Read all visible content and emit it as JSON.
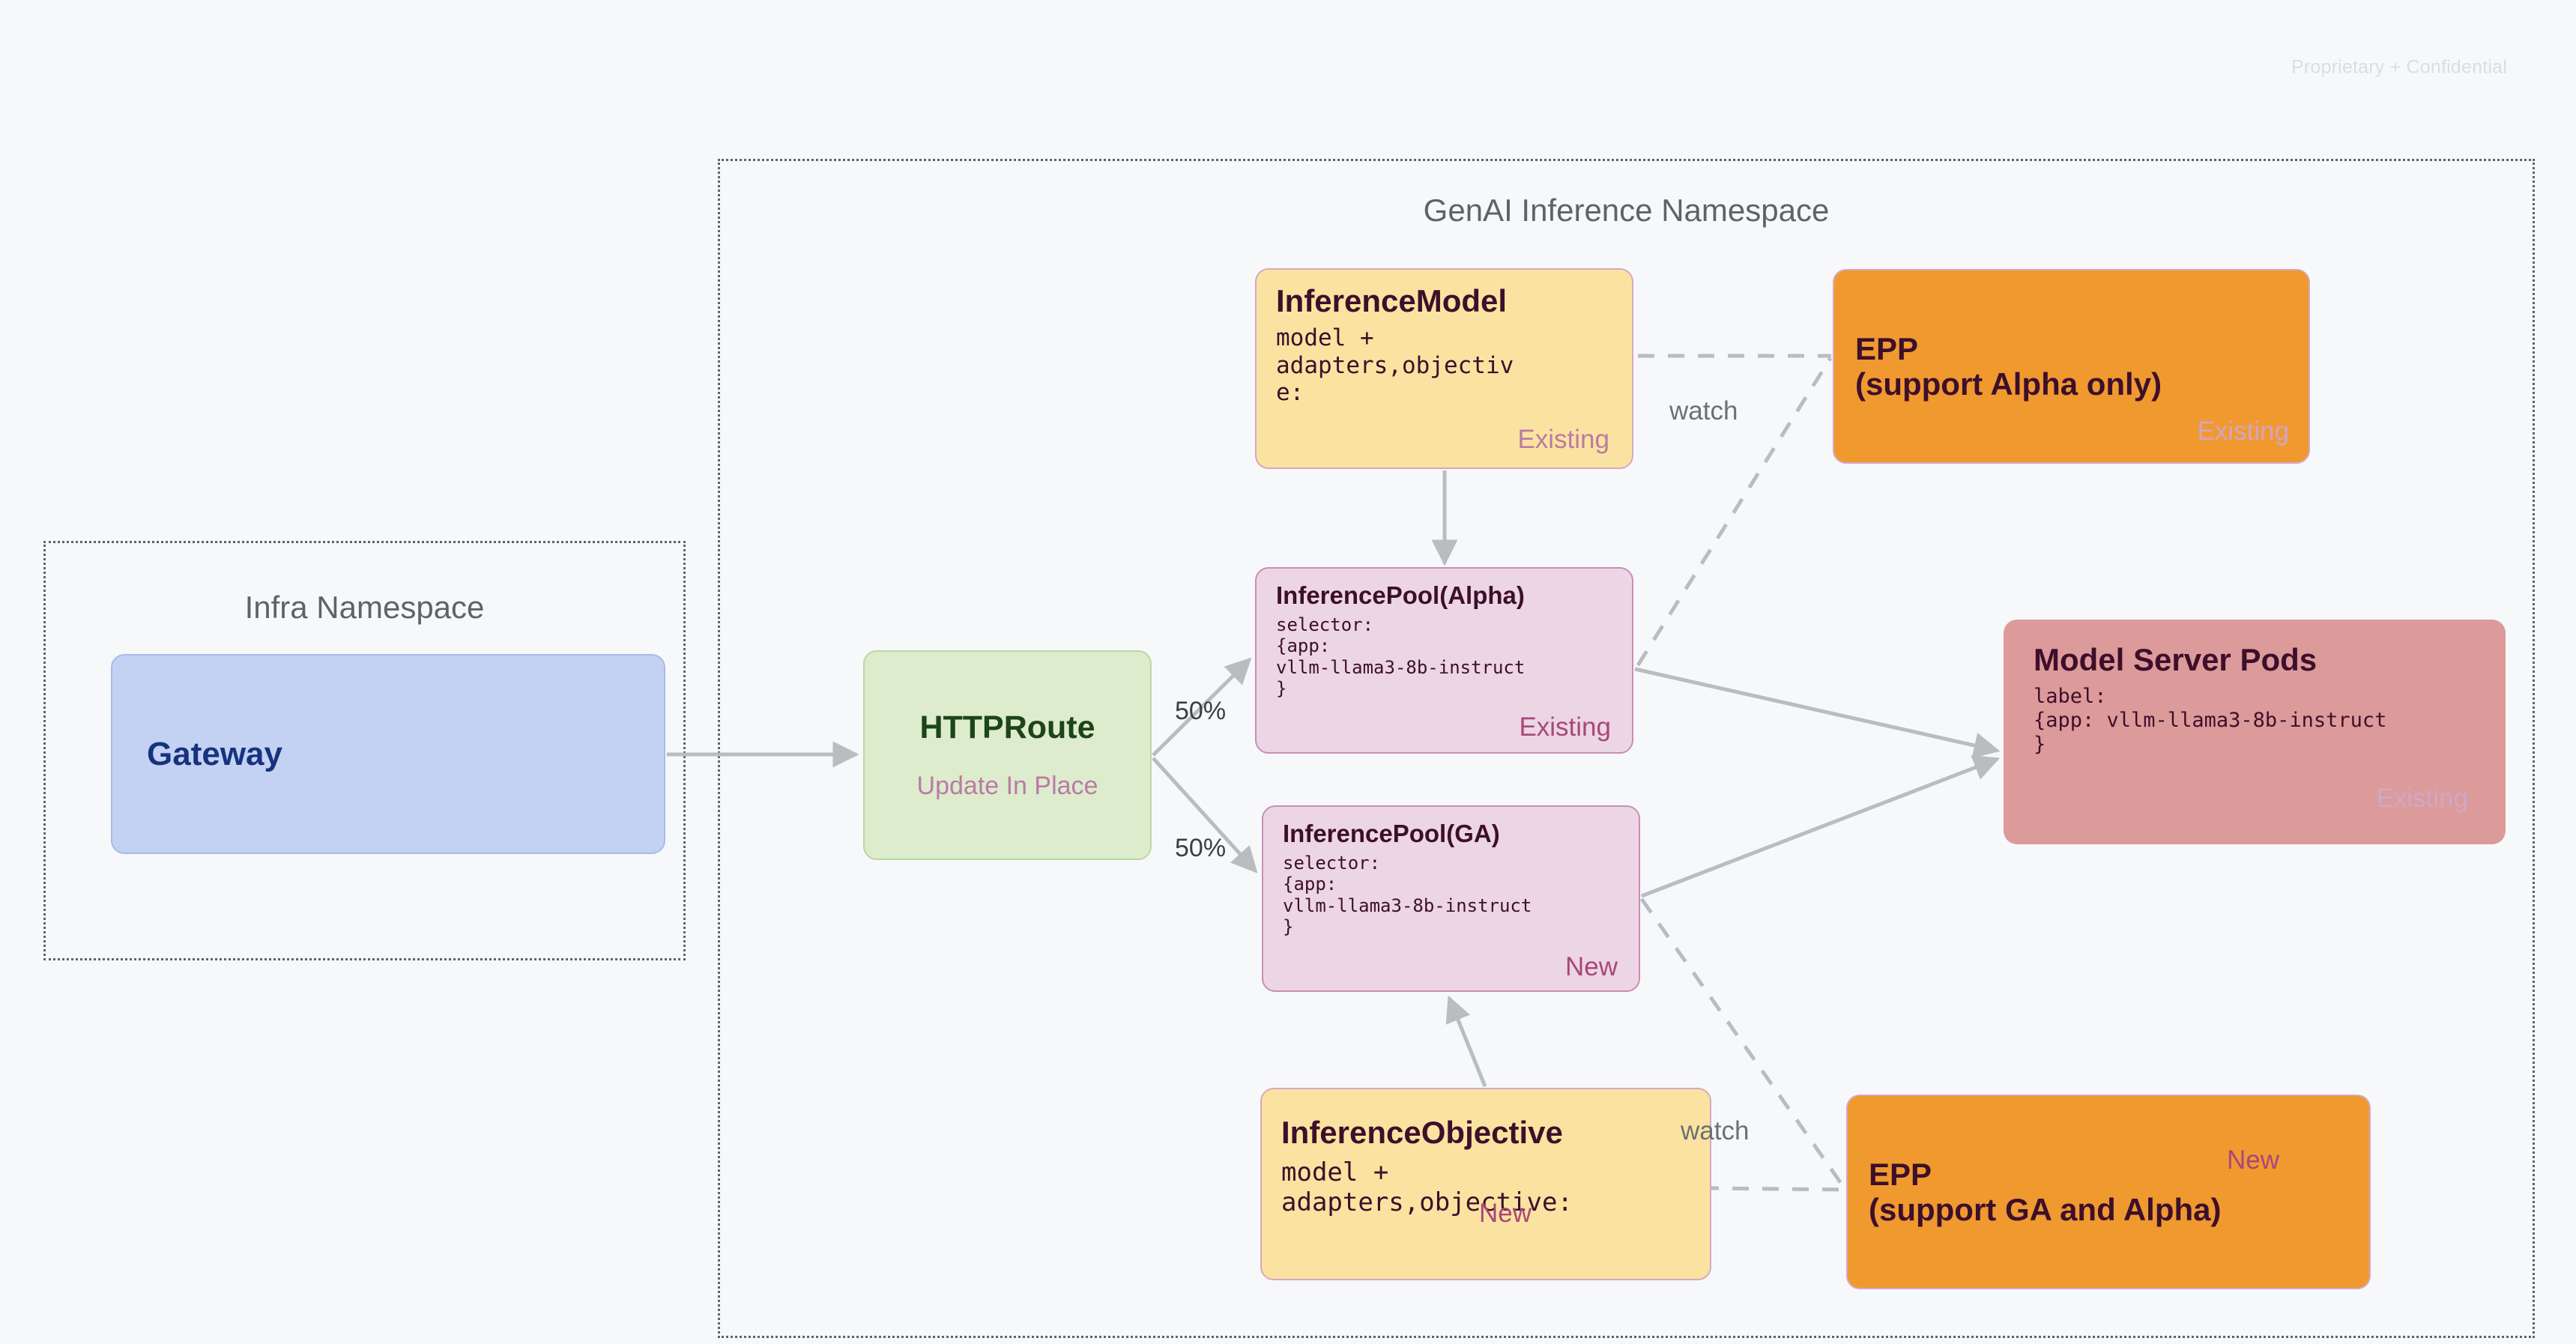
{
  "page": {
    "confidential_notice": "Proprietary + Confidential",
    "background_color": "#f7f8fa"
  },
  "namespaces": [
    {
      "id": "infra",
      "title": "Infra Namespace"
    },
    {
      "id": "genai",
      "title": "GenAI Inference Namespace"
    }
  ],
  "nodes": {
    "gateway": {
      "title": "Gateway",
      "color": "#c3d2f3",
      "text_color": "#17337f"
    },
    "httproute": {
      "title": "HTTPRoute",
      "subtitle": "Update In Place",
      "color": "#dceccd",
      "text_color": "#1d441a",
      "subtitle_color": "#bb7ba3"
    },
    "inference_model": {
      "title": "InferenceModel",
      "body": "model +\nadapters,objectiv\ne:",
      "badge": "Existing",
      "color": "#fae3a0",
      "badge_color": "#bb7ba3"
    },
    "inference_pool_alpha": {
      "title": "InferencePool(Alpha)",
      "body": "selector:\n{app:\nvllm-llama3-8b-instruct\n}",
      "badge": "Existing",
      "color": "#ecd6e3",
      "badge_color": "#a9467c"
    },
    "inference_pool_ga": {
      "title": "InferencePool(GA)",
      "body": "selector:\n{app:\nvllm-llama3-8b-instruct\n}",
      "badge": "New",
      "color": "#ecd6e3",
      "badge_color": "#a9467c"
    },
    "inference_objective": {
      "title": "InferenceObjective",
      "body": "model +\nadapters,objective:",
      "badge": "New",
      "color": "#fae3a0",
      "badge_color": "#a9467c"
    },
    "epp_alpha": {
      "title": "EPP\n(support Alpha only)",
      "badge": "Existing",
      "color": "#f0992f",
      "badge_color": "#d3a4c4"
    },
    "epp_ga": {
      "title": "EPP\n(support GA and Alpha)",
      "badge": "New",
      "color": "#f0992f",
      "badge_color": "#a9467c"
    },
    "model_server_pods": {
      "title": "Model Server Pods",
      "body": "label:\n{app: vllm-llama3-8b-instruct\n}",
      "badge": "Existing",
      "color": "#dd9a9a",
      "badge_color": "#cda9c7"
    }
  },
  "edge_labels": {
    "split_top": "50%",
    "split_bottom": "50%",
    "watch_top": "watch",
    "watch_bottom": "watch"
  },
  "edges": [
    {
      "from": "gateway",
      "to": "httproute",
      "style": "solid",
      "label": ""
    },
    {
      "from": "httproute",
      "to": "inference_pool_alpha",
      "style": "solid",
      "label": "50%"
    },
    {
      "from": "httproute",
      "to": "inference_pool_ga",
      "style": "solid",
      "label": "50%"
    },
    {
      "from": "inference_model",
      "to": "inference_pool_alpha",
      "style": "solid",
      "label": ""
    },
    {
      "from": "inference_objective",
      "to": "inference_pool_ga",
      "style": "solid",
      "label": ""
    },
    {
      "from": "inference_pool_alpha",
      "to": "model_server_pods",
      "style": "solid",
      "label": ""
    },
    {
      "from": "inference_pool_ga",
      "to": "model_server_pods",
      "style": "solid",
      "label": ""
    },
    {
      "from": "inference_model",
      "to": "epp_alpha",
      "style": "dashed",
      "label": "watch"
    },
    {
      "from": "inference_pool_alpha",
      "to": "epp_alpha",
      "style": "dashed",
      "label": "watch"
    },
    {
      "from": "inference_objective",
      "to": "epp_ga",
      "style": "dashed",
      "label": "watch"
    },
    {
      "from": "inference_pool_ga",
      "to": "epp_ga",
      "style": "dashed",
      "label": "watch"
    }
  ],
  "colors": {
    "edge": "#b9bcc0",
    "namespace_border": "#5f6368",
    "namespace_title": "#5f6368"
  }
}
